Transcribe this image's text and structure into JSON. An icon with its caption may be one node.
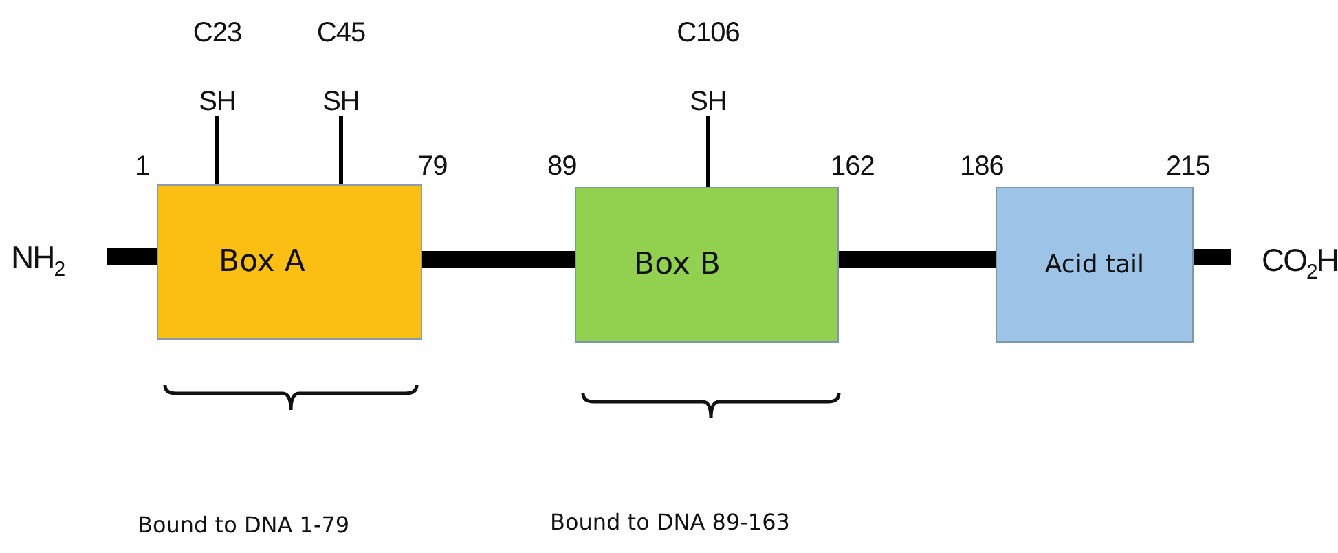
{
  "diagram": {
    "nodes": [
      {
        "text": [
          "NH$_{2}$"
        ]
      },
      {
        "text": [
          "Box A"
        ],
        "beside": [
          "1",
          "79"
        ]
      },
      {
        "text": [
          "Box B"
        ],
        "beside": [
          "89",
          "162"
        ]
      },
      {
        "text": [
          "Acid tail"
        ],
        "beside": [
          "186",
          "215"
        ]
      },
      {
        "text": [
          "CO$_{2}$H"
        ]
      },
      {
        "text": [
          "C23",
          "SH"
        ]
      },
      {
        "text": [
          "C45",
          "SH"
        ]
      },
      {
        "text": [
          "C106",
          "SH"
        ]
      }
    ],
    "edges": [
      {
        "from": 0,
        "to": 1,
        "arrow": "none"
      },
      {
        "from": 1,
        "to": 2,
        "arrow": "none"
      },
      {
        "from": 2,
        "to": 3,
        "arrow": "none"
      },
      {
        "from": 3,
        "to": 4,
        "arrow": "none"
      },
      {
        "from": 5,
        "to": 1,
        "arrow": "none"
      },
      {
        "from": 6,
        "to": 1,
        "arrow": "none"
      },
      {
        "from": 7,
        "to": 2,
        "arrow": "none"
      }
    ],
    "labels": [
      "Bound to DNA 1-79",
      "Bound to DNA 89-163"
    ]
  }
}
